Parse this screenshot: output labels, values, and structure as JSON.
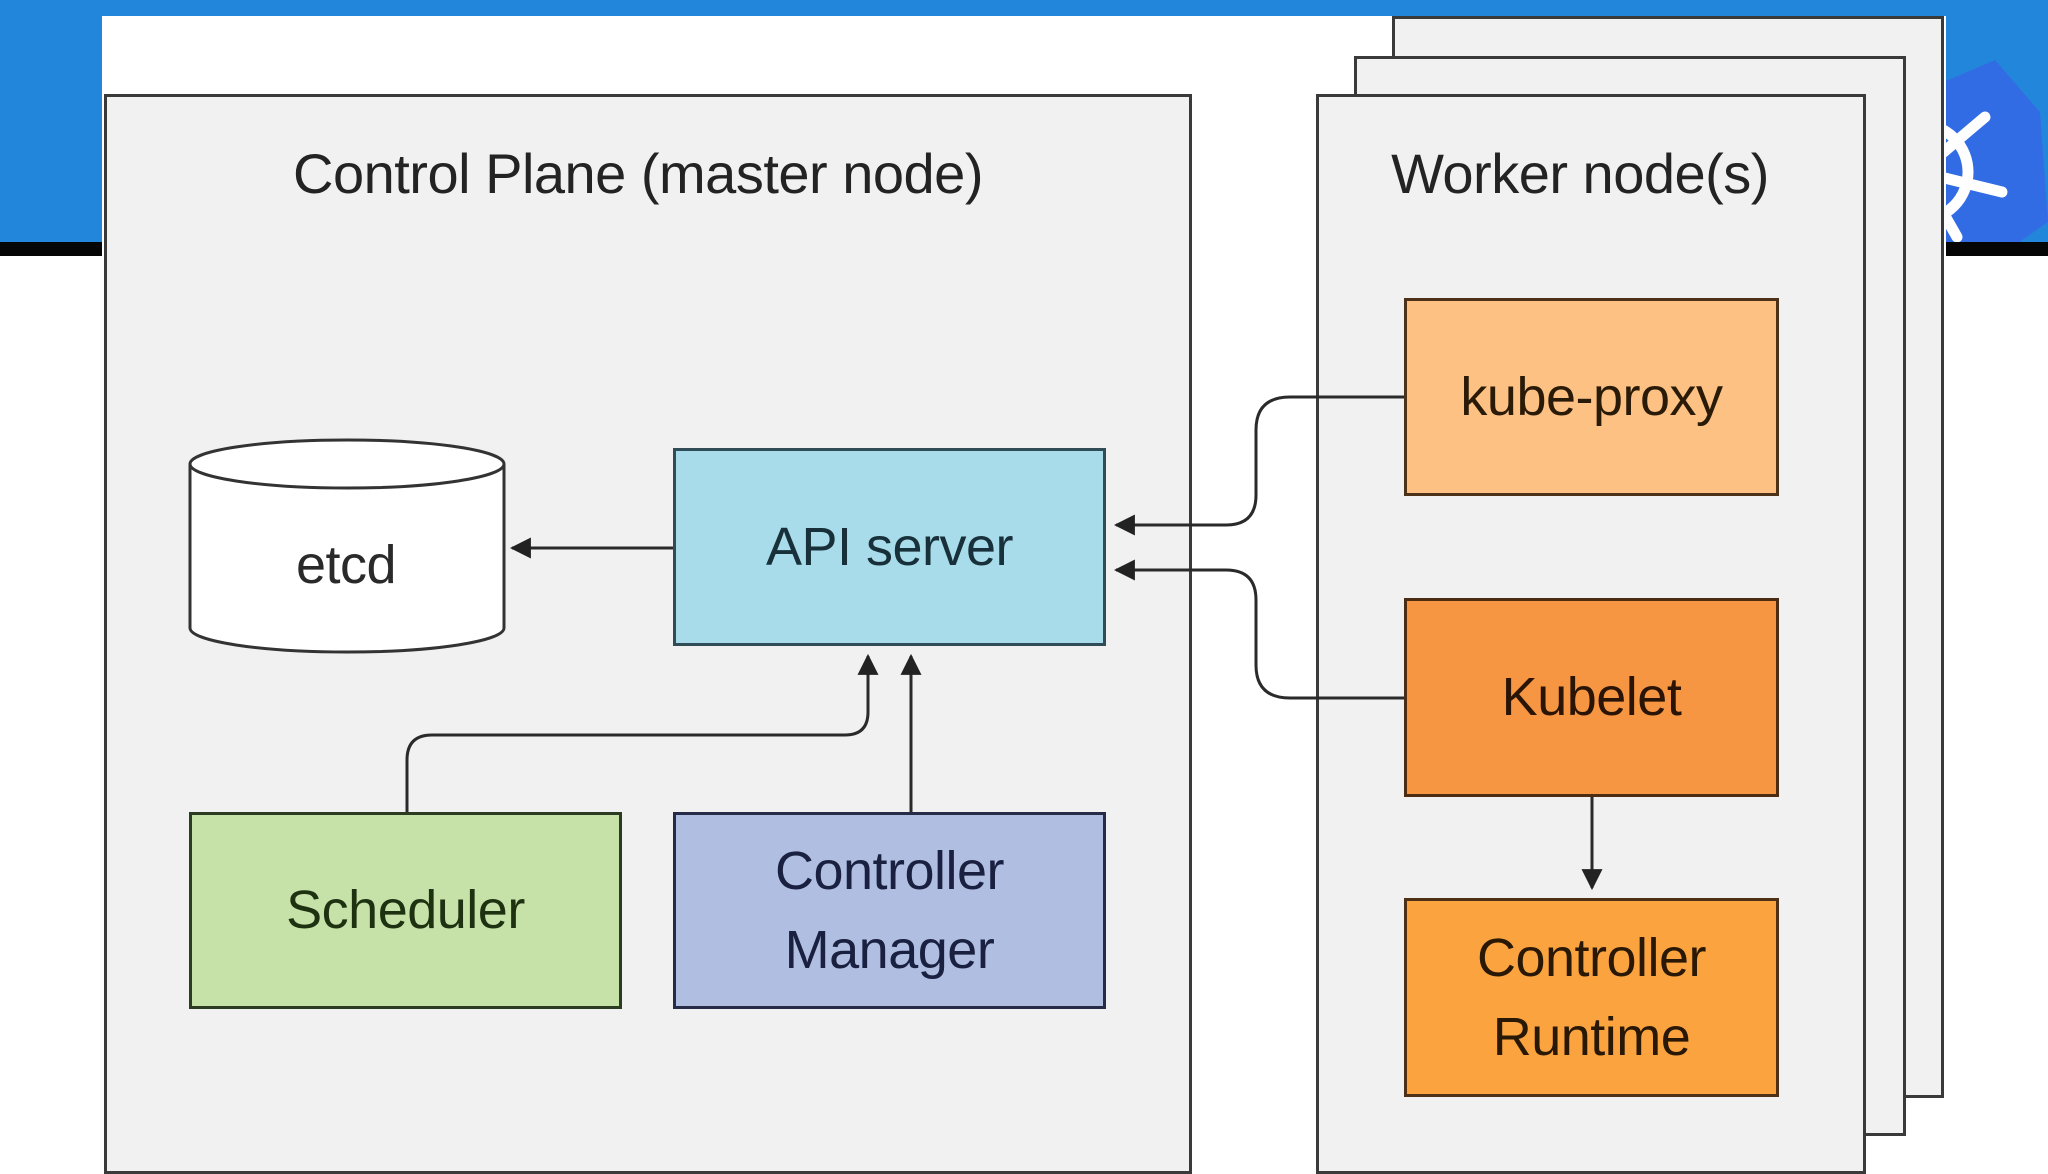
{
  "slide": {
    "header_color": "#2287da",
    "rule_color": "#050505",
    "logo": {
      "icon": "kubernetes-helm-icon",
      "color": "#326ce5"
    }
  },
  "diagram": {
    "control_plane": {
      "title": "Control Plane (master node)",
      "components": {
        "etcd": {
          "label": "etcd",
          "shape": "cylinder",
          "fill": "#ffffff"
        },
        "api_server": {
          "label": "API server",
          "fill": "#a8dcea"
        },
        "scheduler": {
          "label": "Scheduler",
          "fill": "#c6e2a8"
        },
        "controller_manager": {
          "label": "Controller\nManager",
          "fill": "#b0bee2"
        }
      }
    },
    "worker_nodes": {
      "title": "Worker node(s)",
      "stack_count": 3,
      "components": {
        "kube_proxy": {
          "label": "kube-proxy",
          "fill": "#fcc183"
        },
        "kubelet": {
          "label": "Kubelet",
          "fill": "#f69542"
        },
        "controller_runtime": {
          "label": "Controller\nRuntime",
          "fill": "#fba43f"
        }
      }
    },
    "connections": [
      {
        "from": "API server",
        "to": "etcd"
      },
      {
        "from": "Scheduler",
        "to": "API server"
      },
      {
        "from": "Controller Manager",
        "to": "API server"
      },
      {
        "from": "kube-proxy",
        "to": "API server"
      },
      {
        "from": "Kubelet",
        "to": "API server"
      },
      {
        "from": "Kubelet",
        "to": "Controller Runtime"
      }
    ]
  }
}
